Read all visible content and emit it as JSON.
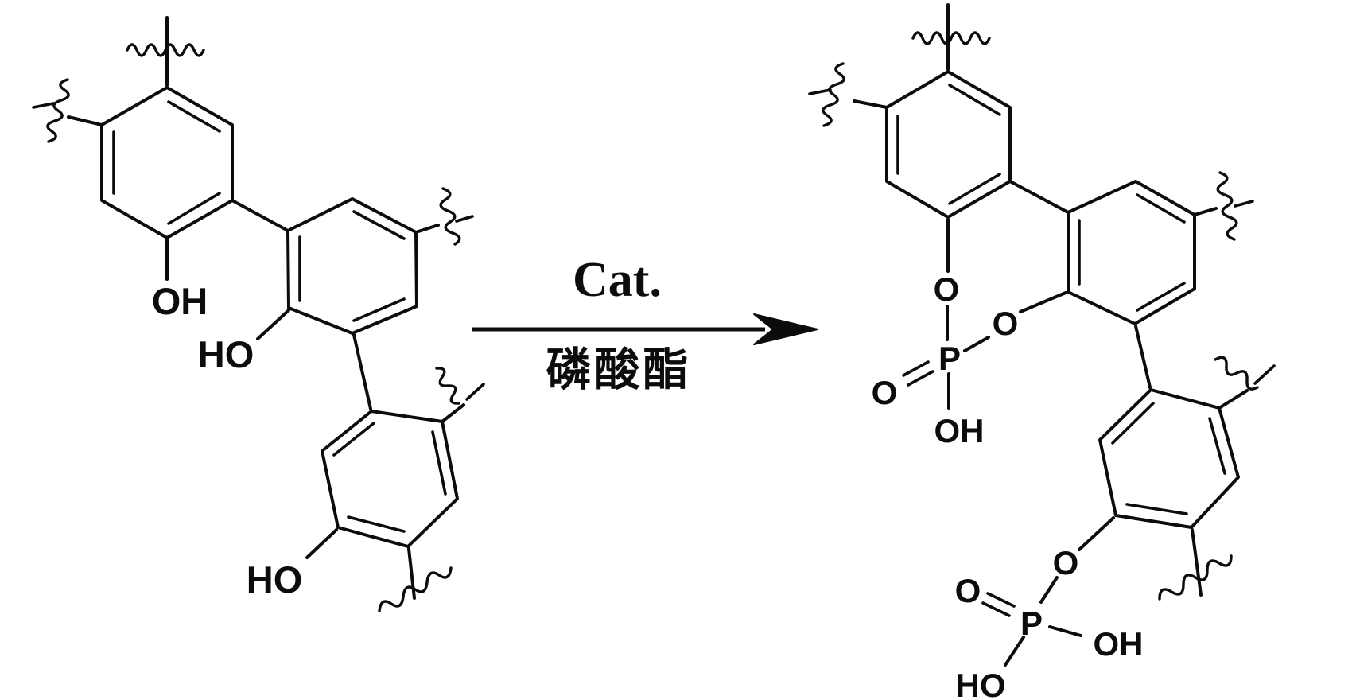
{
  "page": {
    "background": "#ffffff",
    "ink": "#0c0c0c"
  },
  "reaction": {
    "arrow": {
      "catalyst_label": "Cat.",
      "reagent_label": "磷酸酯"
    },
    "reactant": {
      "hydroxyl_ring_a": "OH",
      "hydroxyl_ring_b": "HO",
      "hydroxyl_ring_c": "HO"
    },
    "product": {
      "phosphate_upper": {
        "ester_o_ring1": "O",
        "phosphorus": "P",
        "double_bond_o": "O",
        "hydroxyl": "OH",
        "ester_o_ring2": "O"
      },
      "phosphate_lower": {
        "ester_o_ring3": "O",
        "phosphorus": "P",
        "double_bond_o": "O",
        "hydroxyl_right": "OH",
        "hydroxyl_left": "HO"
      }
    }
  }
}
